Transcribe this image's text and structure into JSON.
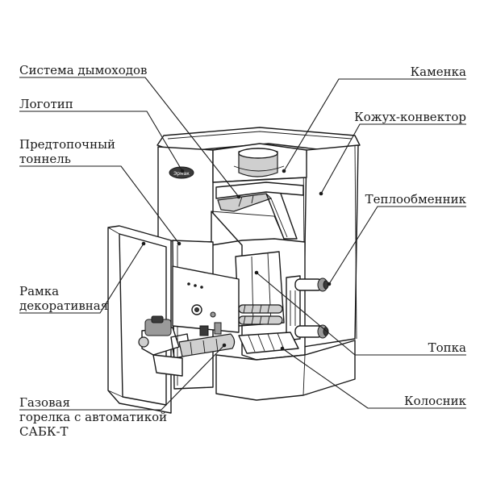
{
  "labels": {
    "chimney": "Система дымоходов",
    "logo": "Логотип",
    "tunnel_line1": "Предтопочный",
    "tunnel_line2": "тоннель",
    "frame_line1": "Рамка",
    "frame_line2": "декоративная",
    "burner_line1": "Газовая",
    "burner_line2": "горелка с автоматикой",
    "burner_line3": "САБК-Т",
    "stones": "Каменка",
    "casing": "Кожух-конвектор",
    "heat_exchanger": "Теплообменник",
    "firebox": "Топка",
    "grate": "Колосник"
  },
  "logo_text": "Эрмак",
  "colors": {
    "line": "#1a1a1a",
    "shade": "#cfcfcf",
    "dark": "#3a3a3a"
  }
}
